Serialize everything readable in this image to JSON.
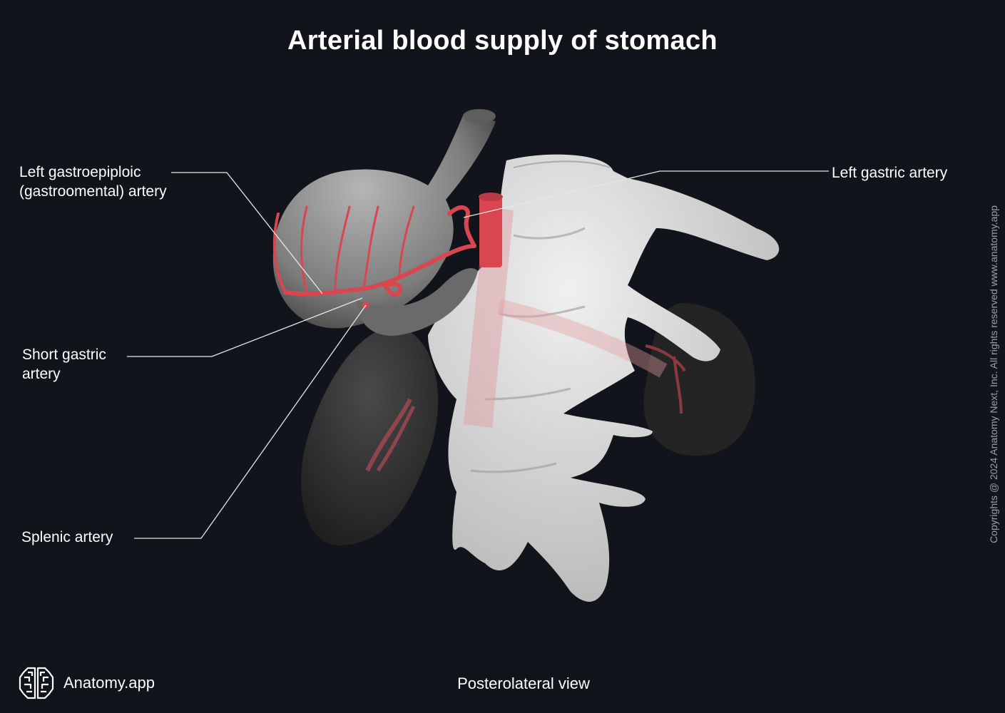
{
  "title": "Arterial blood supply of stomach",
  "labels": {
    "left_gastroepiploic_line1": "Left gastroepiploic",
    "left_gastroepiploic_line2": "(gastroomental) artery",
    "short_gastric_line1": "Short gastric",
    "short_gastric_line2": "artery",
    "splenic": "Splenic artery",
    "left_gastric": "Left gastric artery"
  },
  "view": "Posterolateral view",
  "brand": "Anatomy.app",
  "copyright": "Copyrights @ 2024 Anatomy Next, Inc. All rights reserved www.anatomy.app",
  "colors": {
    "background": "#11141a",
    "artery": "#d9464f",
    "bone": "#d8d8d8",
    "stomach": "#8c8c8c",
    "spleen": "#2b2b2b",
    "leader_line": "#e6e6e6"
  }
}
